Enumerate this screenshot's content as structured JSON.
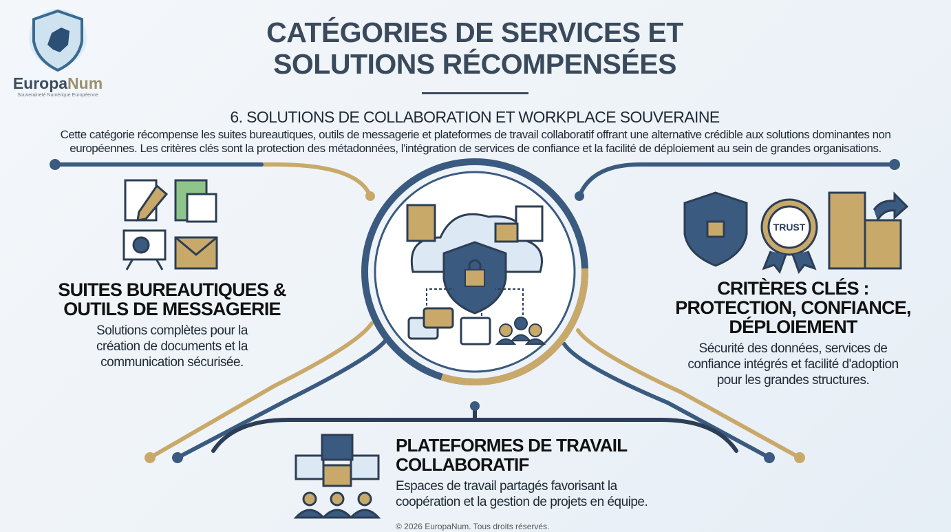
{
  "logo": {
    "brand_a": "Europa",
    "brand_b": "Num",
    "tagline": "Souveraineté Numérique Européenne"
  },
  "title": {
    "line1": "CATÉGORIES DE SERVICES ET",
    "line2": "SOLUTIONS RÉCOMPENSÉES"
  },
  "subtitle": "6. SOLUTIONS DE COLLABORATION ET WORKPLACE SOUVERAINE",
  "intro": "Cette catégorie récompense les suites bureautiques, outils de messagerie et plateformes de travail collaboratif offrant une alternative crédible aux solutions dominantes non européennes. Les critères clés sont la protection des métadonnées, l'intégration de services de confiance et la facilité de déploiement au sein de grandes organisations.",
  "left": {
    "head1": "SUITES BUREAUTIQUES &",
    "head2": "OUTILS DE MESSAGERIE",
    "desc1": "Solutions complètes pour la",
    "desc2": "création de documents et la",
    "desc3": "communication sécurisée."
  },
  "right": {
    "head1": "CRITÈRES CLÉS :",
    "head2": "PROTECTION, CONFIANCE,",
    "head3": "DÉPLOIEMENT",
    "desc1": "Sécurité des données, services de",
    "desc2": "confiance intégrés et facilité d'adoption",
    "desc3": "pour les grandes structures.",
    "badge": "TRUST"
  },
  "bottom": {
    "head1": "PLATEFORMES DE TRAVAIL",
    "head2": "COLLABORATIF",
    "desc1": "Espaces de travail partagés favorisant la",
    "desc2": "coopération et la gestion de projets en équipe."
  },
  "footer": "© 2026 EuropaNum. Tous droits réservés.",
  "colors": {
    "navy": "#3a5a80",
    "gold": "#c9a96a",
    "dark": "#2c3e55"
  }
}
